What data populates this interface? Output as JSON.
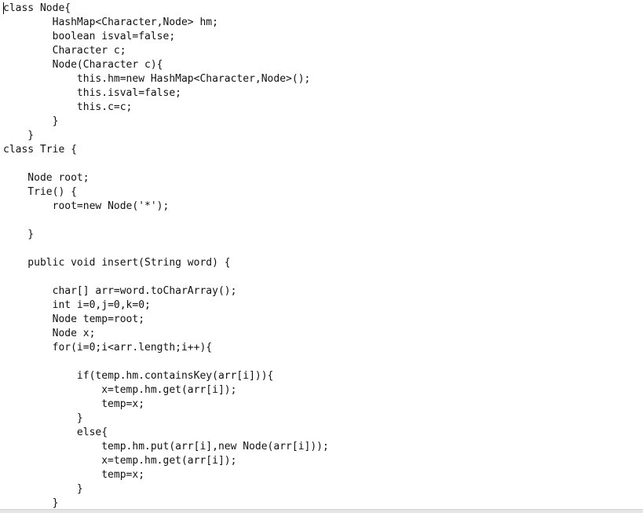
{
  "editor": {
    "lines": [
      "class Node{",
      "\tHashMap<Character,Node> hm;",
      "\tboolean isval=false;",
      "\tCharacter c;",
      "\tNode(Character c){",
      "\t    this.hm=new HashMap<Character,Node>();",
      "\t    this.isval=false;",
      "\t    this.c=c;",
      "\t}",
      "    }",
      "class Trie {",
      "",
      "    Node root;",
      "    Trie() {",
      "\troot=new Node('*');",
      "",
      "    }",
      "",
      "    public void insert(String word) {",
      "",
      "\tchar[] arr=word.toCharArray();",
      "\tint i=0,j=0,k=0;",
      "\tNode temp=root;",
      "\tNode x;",
      "\tfor(i=0;i<arr.length;i++){",
      "",
      "\t    if(temp.hm.containsKey(arr[i])){",
      "\t\tx=temp.hm.get(arr[i]);",
      "\t\ttemp=x;",
      "\t    }",
      "\t    else{",
      "\t\ttemp.hm.put(arr[i],new Node(arr[i]));",
      "\t\tx=temp.hm.get(arr[i]);",
      "\t\ttemp=x;",
      "\t    }",
      "\t}"
    ]
  }
}
